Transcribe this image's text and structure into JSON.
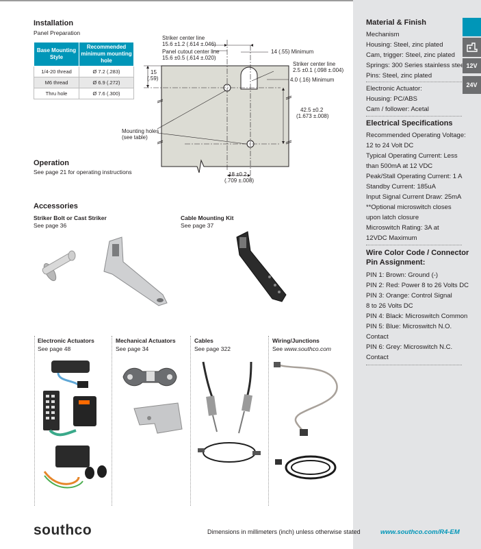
{
  "installation": {
    "title": "Installation",
    "subtitle": "Panel Preparation",
    "table": {
      "headers": [
        "Base Mounting Style",
        "Recommended minimum mounting hole"
      ],
      "rows": [
        [
          "1/4-20 thread",
          "Ø 7.2 (.283)"
        ],
        [
          "M6 thread",
          "Ø 6.9 (.272)"
        ],
        [
          "Thru hole",
          "Ø 7.6 (.300)"
        ]
      ]
    }
  },
  "drawing": {
    "striker_cl_1": "Striker center line",
    "striker_cl_2": "15.6 ±1.2 (.614 ±.046)",
    "panel_cl_1": "Panel cutout center line",
    "panel_cl_2": "15.6 ±0.5 (.614 ±.020)",
    "dim_14": "14 (.55) Minimum",
    "striker_cl_right_1": "Striker center line",
    "striker_cl_right_2": "2.5 ±0.1 (.098 ±.004)",
    "dim_4": "4.0 (.16) Minimum",
    "dim_15_1": "15",
    "dim_15_2": "(.59)",
    "dim_42_1": "42.5 ±0.2",
    "dim_42_2": "(1.673 ±.008)",
    "mounting_1": "Mounting holes",
    "mounting_2": "(see table)",
    "dim_18_1": "18 ±0.2",
    "dim_18_2": "(.709 ±.008)"
  },
  "operation": {
    "title": "Operation",
    "text": "See page 21 for operating instructions"
  },
  "accessories": {
    "title": "Accessories",
    "items": [
      {
        "title": "Striker Bolt or Cast Striker",
        "sub": "See page 36"
      },
      {
        "title": "Cable Mounting Kit",
        "sub": "See page 37"
      }
    ]
  },
  "cards": [
    {
      "title": "Electronic Actuators",
      "sub": "See page 48"
    },
    {
      "title": "Mechanical Actuators",
      "sub": "See page 34"
    },
    {
      "title": "Cables",
      "sub": "See page 322"
    },
    {
      "title": "Wiring/Junctions",
      "sub_prefix": "See ",
      "sub_link": "www.southco.com"
    }
  ],
  "sidebar": {
    "material": {
      "title": "Material & Finish",
      "lines": [
        "Mechanism",
        "Housing: Steel, zinc plated",
        "Cam, trigger: Steel, zinc plated",
        "Springs: 300 Series stainless steel",
        "Pins: Steel, zinc plated"
      ],
      "lines2": [
        "Electronic Actuator:",
        "Housing: PC/ABS",
        "Cam / follower: Acetal"
      ]
    },
    "electrical": {
      "title": "Electrical Specifications",
      "lines": [
        "Recommended Operating Voltage:",
        "12 to 24 Volt DC",
        "Typical Operating Current: Less",
        "than 500mA at 12 VDC",
        "Peak/Stall Operating Current: 1 A",
        "Standby Current: 185uA",
        "Input Signal Current Draw: 25mA",
        "**Optional microswitch closes",
        "upon latch closure",
        "Microswitch Rating: 3A at",
        "12VDC Maximum"
      ]
    },
    "wire": {
      "title_1": "Wire Color Code / Connector",
      "title_2": "Pin Assignment:",
      "lines": [
        "PIN 1: Brown: Ground (-)",
        "PIN 2: Red: Power 8 to 26 Volts DC",
        "PIN 3: Orange: Control Signal",
        "8 to 26 Volts DC",
        "PIN 4: Black: Microswitch Common",
        "PIN 5: Blue: Microswitch N.O.",
        "Contact",
        "PIN 6: Grey: Microswitch N.C.",
        "Contact"
      ]
    },
    "tabs": [
      "12V",
      "24V"
    ],
    "colors": {
      "tab_active": "#0096b8",
      "tab_dark": "#6d6e70",
      "sidebar_bg": "#e3e4e6"
    }
  },
  "footer": {
    "logo": "southco",
    "note": "Dimensions in millimeters (inch) unless otherwise stated",
    "url": "www.southco.com/R4-EM"
  }
}
